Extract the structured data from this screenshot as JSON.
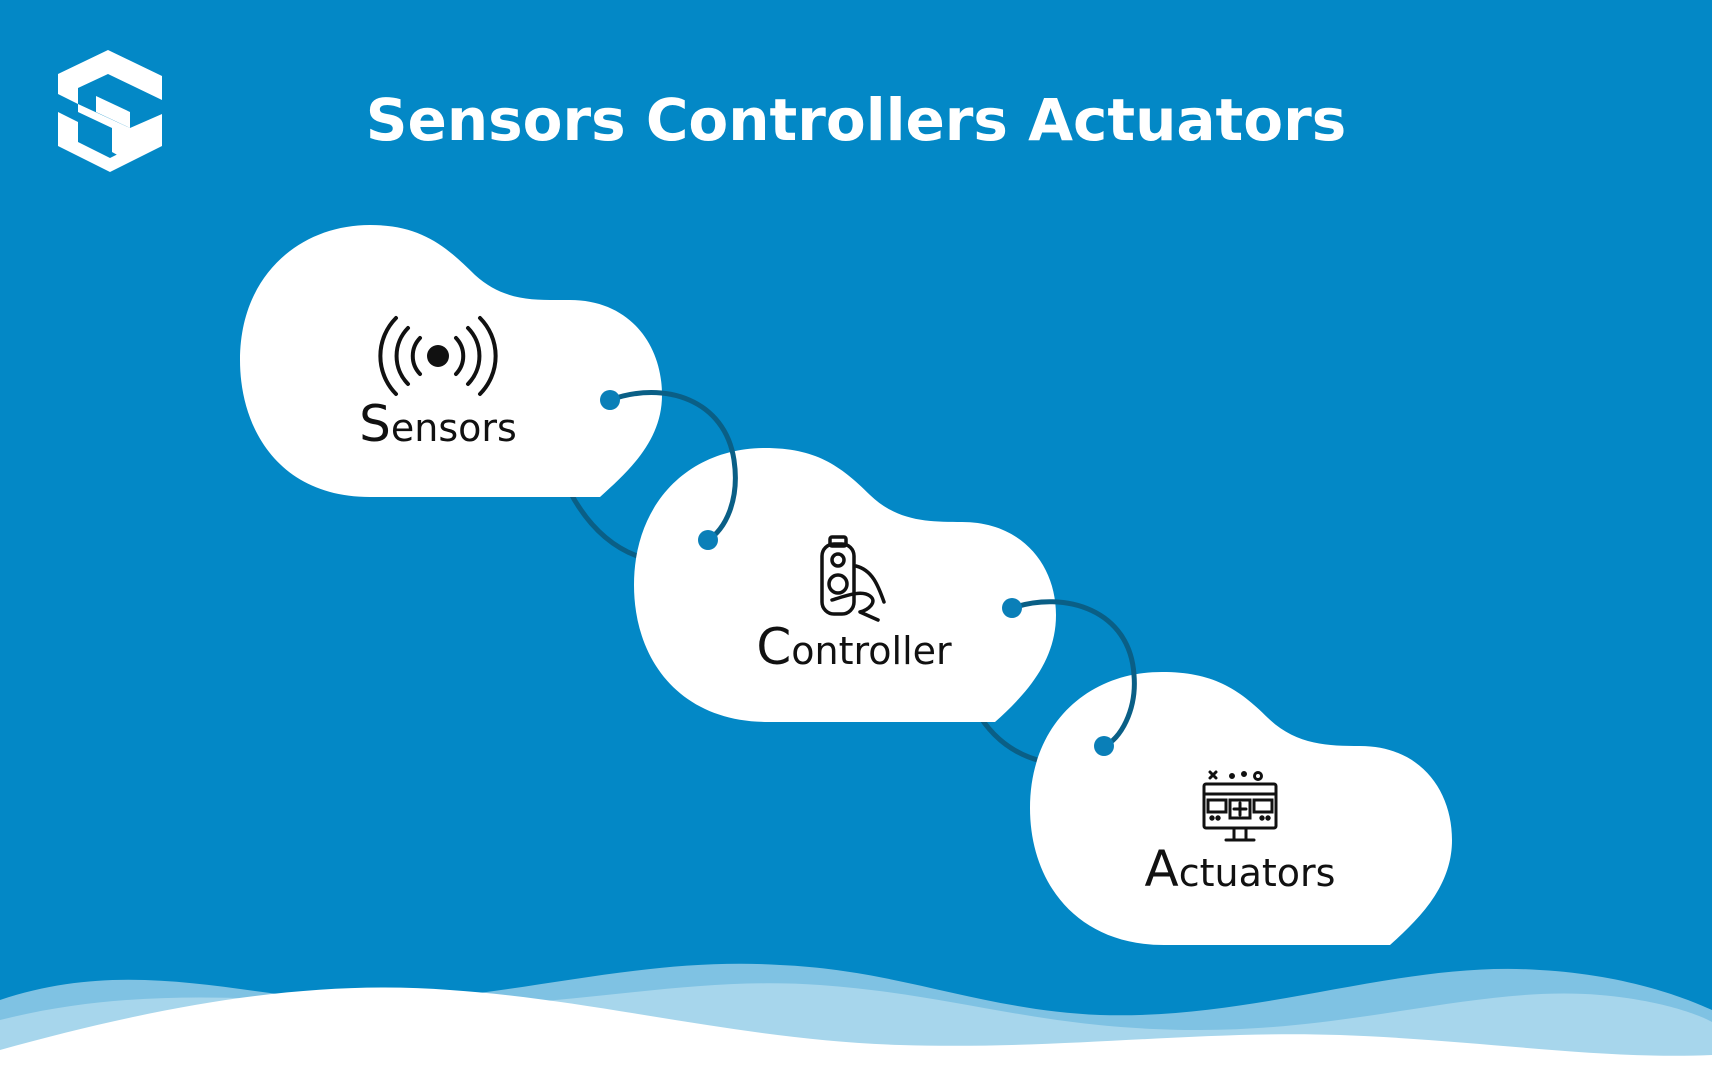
{
  "title": "Sensors Controllers Actuators",
  "colors": {
    "background": "#0388c6",
    "cloud": "#ffffff",
    "connector": "#0a5f86",
    "connector_dot": "#0a7fb8",
    "wave_light": "#a7d6ec",
    "wave_mid": "#7fc2e3",
    "text": "#111111"
  },
  "logo": {
    "icon": "s-logo-icon"
  },
  "nodes": [
    {
      "id": "sensors",
      "label_first": "S",
      "label_rest": "ensors",
      "icon": "broadcast-signal-icon"
    },
    {
      "id": "controller",
      "label_first": "C",
      "label_rest": "ontroller",
      "icon": "remote-in-hand-icon"
    },
    {
      "id": "actuators",
      "label_first": "A",
      "label_rest": "ctuators",
      "icon": "monitor-panel-icon"
    }
  ]
}
